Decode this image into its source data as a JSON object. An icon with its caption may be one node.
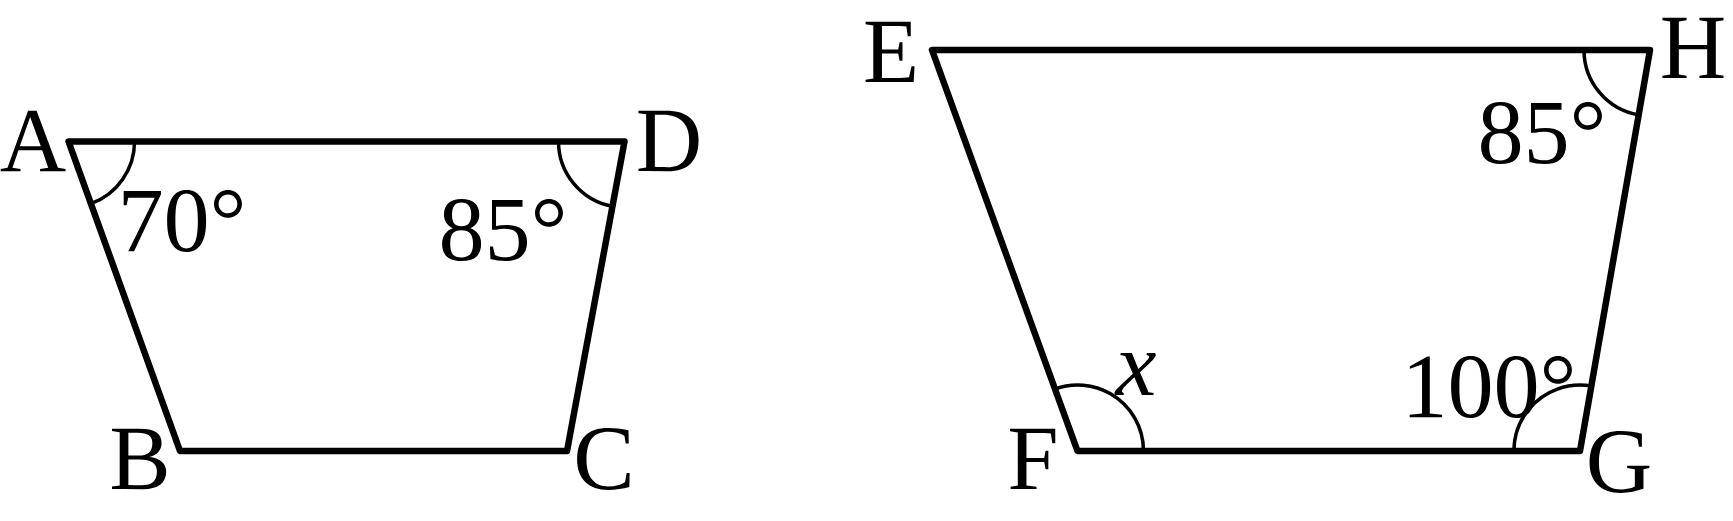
{
  "diagram": {
    "labels": [
      "E",
      "H",
      "A",
      "D",
      "85°",
      "70°",
      "85°",
      "x",
      "100°",
      "B",
      "C",
      "F",
      "G"
    ]
  }
}
